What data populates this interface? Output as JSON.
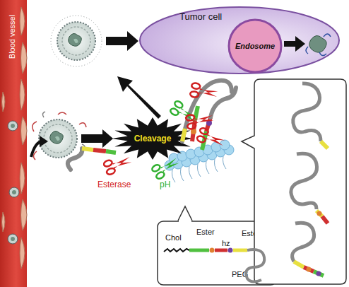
{
  "diagram": {
    "nodes": [
      {
        "text": [
          "Tumor cell"
        ]
      },
      {
        "text": [
          "Endosome"
        ],
        "in": 0
      },
      {
        "text": [
          "Blood vessel"
        ]
      },
      {
        "text": [
          "Cleavage"
        ]
      },
      {
        "text": [
          "Chol",
          "Ester",
          "hz",
          "Ester",
          "PEG"
        ]
      }
    ],
    "labels": [
      "Esterase",
      "pH"
    ]
  }
}
